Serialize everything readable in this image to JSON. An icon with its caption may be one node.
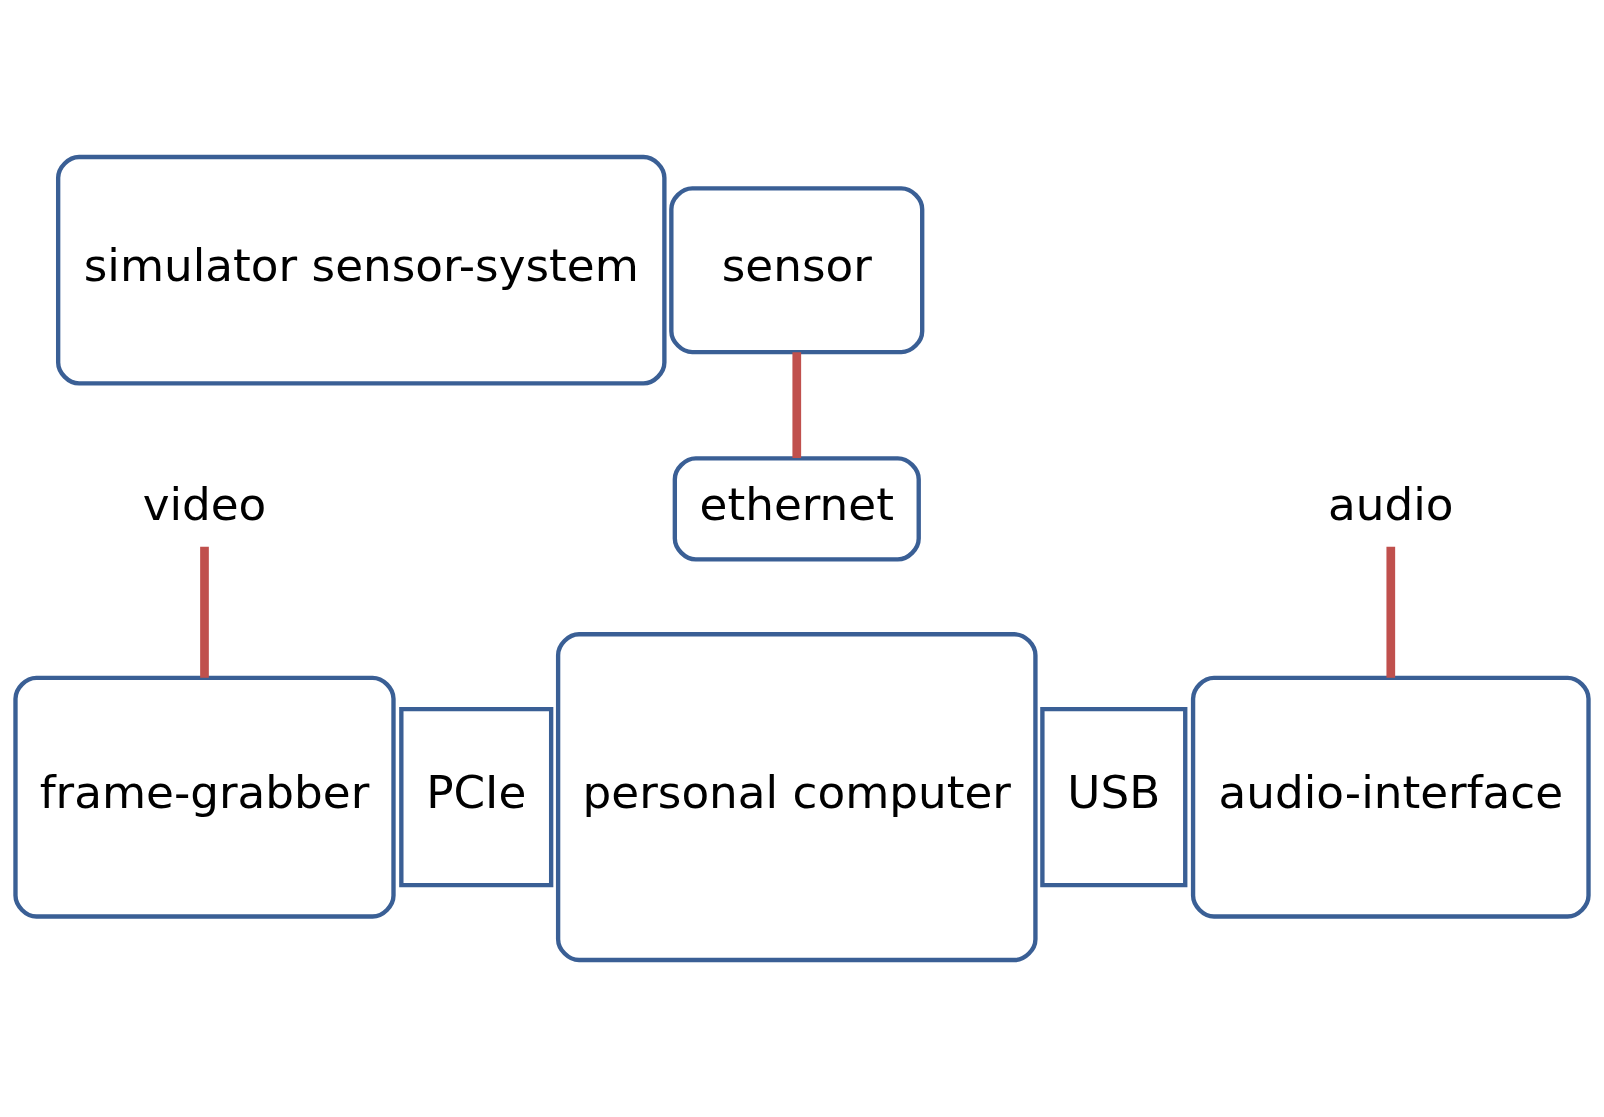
{
  "diagram": {
    "nodes": [
      {
        "text": [
          "simulator sensor-system"
        ]
      },
      {
        "text": [
          "sensor"
        ]
      },
      {
        "text": [
          "ethernet"
        ]
      },
      {
        "text": [
          "personal computer"
        ]
      },
      {
        "text": [
          "video"
        ]
      },
      {
        "text": [
          "frame-grabber"
        ]
      },
      {
        "text": [
          "PCIe"
        ]
      },
      {
        "text": [
          "USB"
        ]
      },
      {
        "text": [
          "audio"
        ]
      },
      {
        "text": [
          "audio-interface"
        ]
      }
    ],
    "edges": [
      {
        "from": 1,
        "to": 2,
        "arrow": "none"
      },
      {
        "from": 4,
        "to": 5,
        "arrow": "none"
      },
      {
        "from": 8,
        "to": 9,
        "arrow": "none"
      }
    ]
  }
}
